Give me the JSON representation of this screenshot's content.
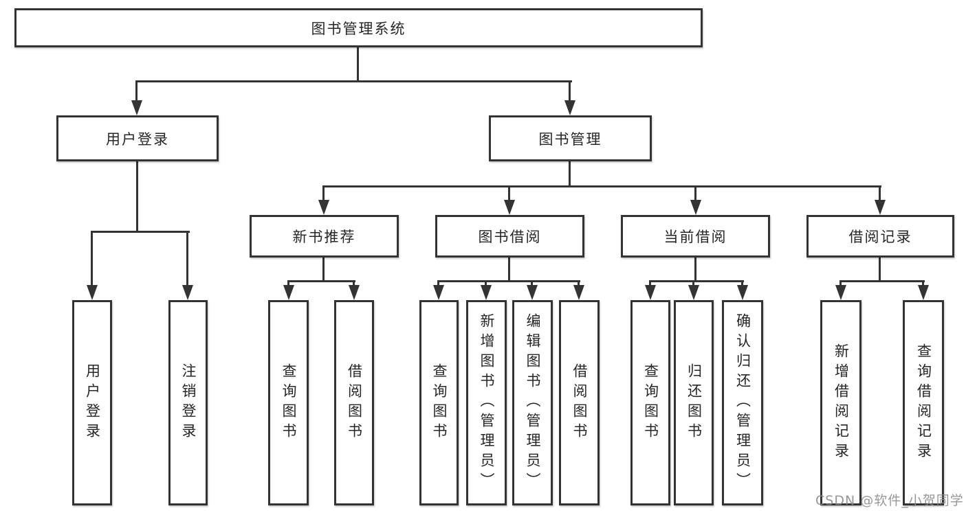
{
  "tree": {
    "label": "图书管理系统",
    "children": [
      {
        "label": "用户登录",
        "children": [
          {
            "label": "用户登录"
          },
          {
            "label": "注销登录"
          }
        ]
      },
      {
        "label": "图书管理",
        "children": [
          {
            "label": "新书推荐",
            "children": [
              {
                "label": "查询图书"
              },
              {
                "label": "借阅图书"
              }
            ]
          },
          {
            "label": "图书借阅",
            "children": [
              {
                "label": "查询图书"
              },
              {
                "label": "新增图书（管理员）"
              },
              {
                "label": "编辑图书（管理员）"
              },
              {
                "label": "借阅图书"
              }
            ]
          },
          {
            "label": "当前借阅",
            "children": [
              {
                "label": "查询图书"
              },
              {
                "label": "归还图书"
              },
              {
                "label": "确认归还（管理员）"
              }
            ]
          },
          {
            "label": "借阅记录",
            "children": [
              {
                "label": "新增借阅记录"
              },
              {
                "label": "查询借阅记录"
              }
            ]
          }
        ]
      }
    ]
  },
  "watermark": {
    "text": "CSDN @软件_小贺同学"
  },
  "colors": {
    "line": "#333333",
    "text": "#262626",
    "box_fill": "#ffffff",
    "background": "#ffffff",
    "watermark": "#8c8c8c"
  }
}
